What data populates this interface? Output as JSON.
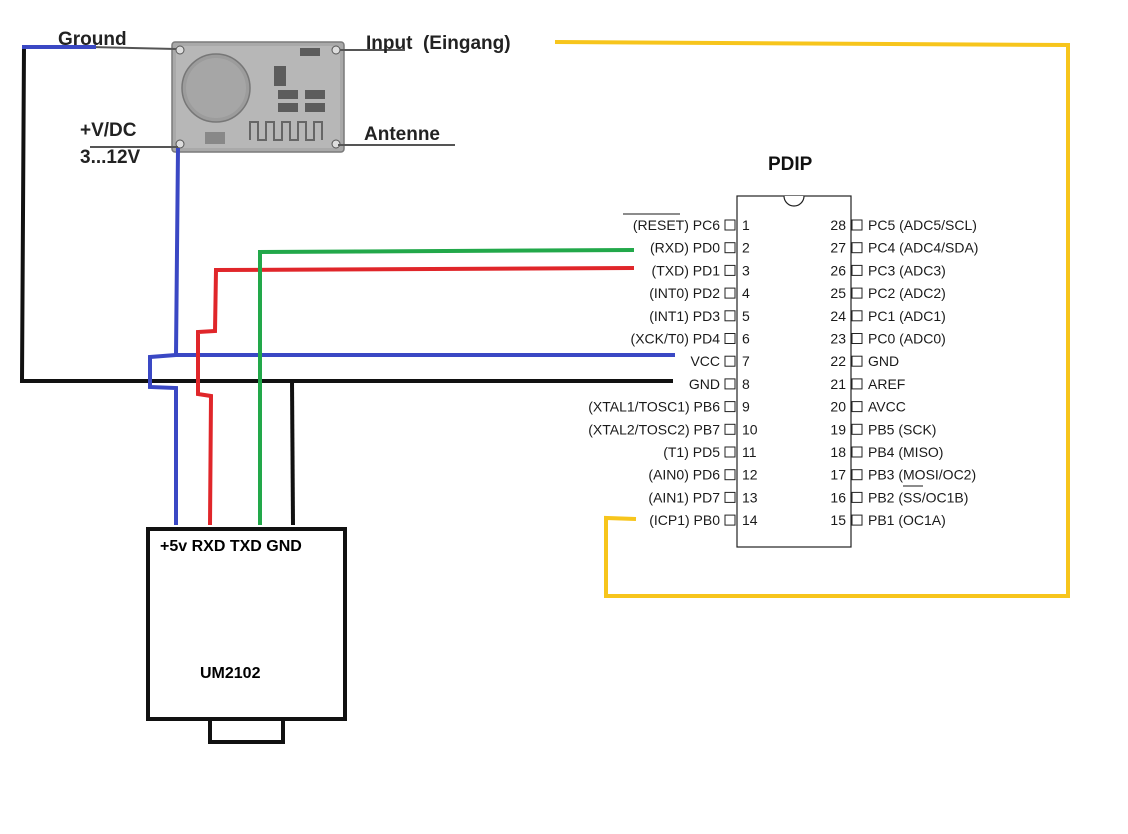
{
  "colors": {
    "blue": "#3a48c4",
    "black": "#111111",
    "red": "#e0262a",
    "green": "#22a84a",
    "yellow": "#f7c51c"
  },
  "module": {
    "ground": "Ground",
    "input": "Input  (Eingang)",
    "vdc": "+V/DC",
    "vrange": "3...12V",
    "antenna": "Antenne"
  },
  "chip": {
    "title": "PDIP",
    "left_pins": [
      {
        "num": "1",
        "label": "(RESET) PC6"
      },
      {
        "num": "2",
        "label": "(RXD) PD0"
      },
      {
        "num": "3",
        "label": "(TXD) PD1"
      },
      {
        "num": "4",
        "label": "(INT0) PD2"
      },
      {
        "num": "5",
        "label": "(INT1) PD3"
      },
      {
        "num": "6",
        "label": "(XCK/T0) PD4"
      },
      {
        "num": "7",
        "label": "VCC"
      },
      {
        "num": "8",
        "label": "GND"
      },
      {
        "num": "9",
        "label": "(XTAL1/TOSC1) PB6"
      },
      {
        "num": "10",
        "label": "(XTAL2/TOSC2) PB7"
      },
      {
        "num": "11",
        "label": "(T1) PD5"
      },
      {
        "num": "12",
        "label": "(AIN0) PD6"
      },
      {
        "num": "13",
        "label": "(AIN1) PD7"
      },
      {
        "num": "14",
        "label": "(ICP1) PB0"
      }
    ],
    "right_pins": [
      {
        "num": "28",
        "label": "PC5 (ADC5/SCL)"
      },
      {
        "num": "27",
        "label": "PC4 (ADC4/SDA)"
      },
      {
        "num": "26",
        "label": "PC3 (ADC3)"
      },
      {
        "num": "25",
        "label": "PC2 (ADC2)"
      },
      {
        "num": "24",
        "label": "PC1 (ADC1)"
      },
      {
        "num": "23",
        "label": "PC0 (ADC0)"
      },
      {
        "num": "22",
        "label": "GND"
      },
      {
        "num": "21",
        "label": "AREF"
      },
      {
        "num": "20",
        "label": "AVCC"
      },
      {
        "num": "19",
        "label": "PB5 (SCK)"
      },
      {
        "num": "18",
        "label": "PB4 (MISO)"
      },
      {
        "num": "17",
        "label": "PB3 (MOSI/OC2)"
      },
      {
        "num": "16",
        "label": "PB2 (SS/OC1B)"
      },
      {
        "num": "15",
        "label": "PB1 (OC1A)"
      }
    ]
  },
  "um2102": {
    "pins": "+5v RXD TXD GND",
    "name": "UM2102"
  }
}
